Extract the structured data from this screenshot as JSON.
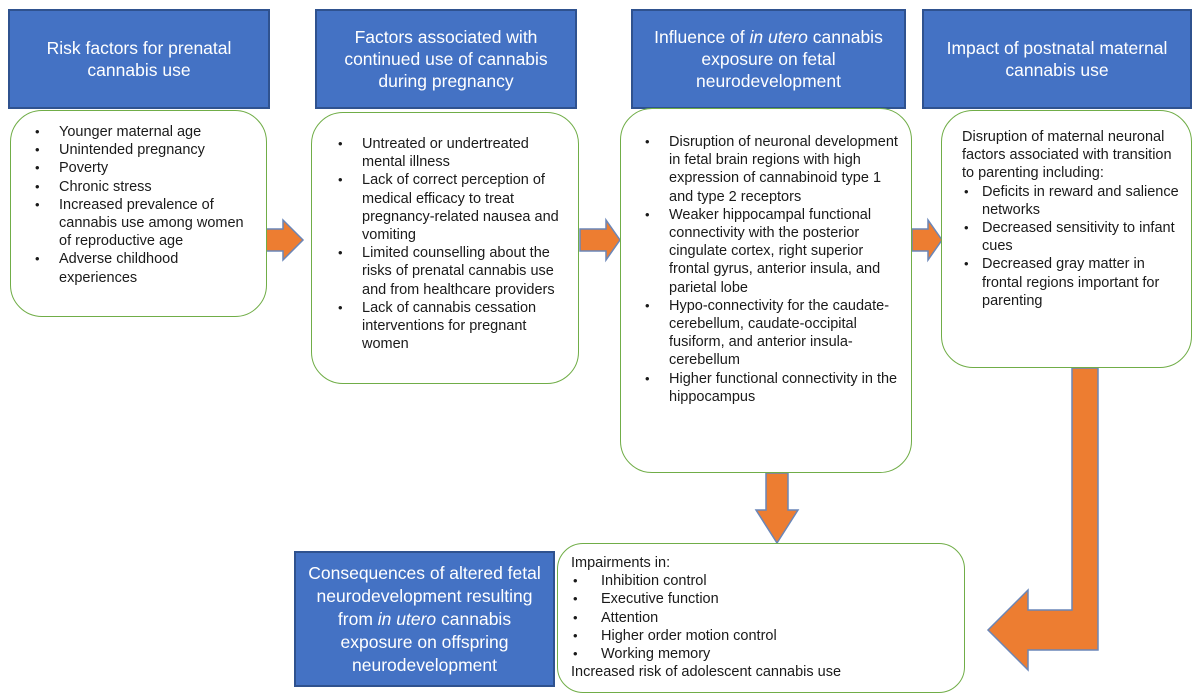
{
  "headers": {
    "h1": {
      "text": "Risk factors for prenatal cannabis use"
    },
    "h2": {
      "text": "Factors associated with continued use of cannabis during pregnancy"
    },
    "h3": {
      "pre": "Influence of ",
      "em": "in utero",
      "post": " cannabis exposure on fetal neurodevelopment"
    },
    "h4": {
      "text": "Impact of postnatal maternal cannabis use"
    },
    "h5": {
      "pre": "Consequences of altered fetal neurodevelopment resulting from ",
      "em": "in utero",
      "post": " cannabis exposure on offspring neurodevelopment"
    }
  },
  "boxes": {
    "box1": {
      "items": [
        "Younger maternal age",
        "Unintended pregnancy",
        "Poverty",
        "Chronic stress",
        "Increased prevalence of cannabis use among women of reproductive age",
        "Adverse childhood experiences"
      ]
    },
    "box2": {
      "items": [
        "Untreated or undertreated mental illness",
        "Lack of correct perception of medical efficacy to treat pregnancy-related nausea and vomiting",
        "Limited counselling about the risks of prenatal cannabis use and from healthcare providers",
        "Lack of cannabis cessation interventions for pregnant women"
      ]
    },
    "box3": {
      "items": [
        "Disruption of neuronal development in fetal brain regions with high expression of cannabinoid type 1 and type 2 receptors",
        "Weaker hippocampal functional connectivity with the posterior cingulate cortex, right superior frontal gyrus, anterior insula, and parietal lobe",
        "Hypo-connectivity for the caudate-cerebellum, caudate-occipital fusiform, and anterior insula-cerebellum",
        "Higher functional connectivity in the hippocampus"
      ]
    },
    "box4": {
      "intro": "Disruption of maternal neuronal factors associated with transition to parenting including:",
      "items": [
        "Deficits in reward and salience networks",
        "Decreased sensitivity to infant cues",
        "Decreased gray matter in frontal regions important for parenting"
      ]
    },
    "box5": {
      "intro": "Impairments in:",
      "items": [
        "Inhibition control",
        "Executive function",
        "Attention",
        "Higher order motion control",
        "Working memory"
      ],
      "footer": "Increased risk of adolescent cannabis use"
    }
  },
  "colors": {
    "header_fill": "#4472c4",
    "box_border": "#70ad47",
    "arrow_fill": "#ed7d31"
  }
}
